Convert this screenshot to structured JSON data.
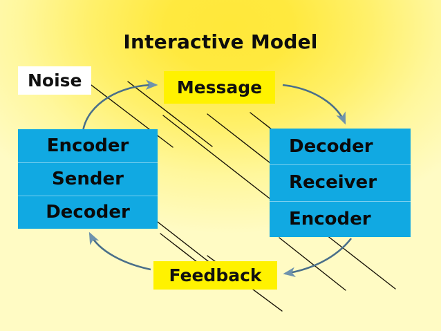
{
  "slide": {
    "title": "Interactive Model",
    "background_color_light": "#fffbc4",
    "background_color_deep": "#ffe83a"
  },
  "diagram": {
    "type": "communication-model",
    "node_fill_blue": "#11a9e2",
    "label_fill_yellow": "#fff200",
    "label_fill_white": "#ffffff",
    "arrow_color": "#4a6f8a",
    "noise_line_color": "#1a1408",
    "nodes": {
      "noise": {
        "label": "Noise"
      },
      "message": {
        "label": "Message"
      },
      "feedback": {
        "label": "Feedback"
      },
      "left_stack": {
        "rows": [
          {
            "label": "Encoder"
          },
          {
            "label": "Sender"
          },
          {
            "label": "Decoder"
          }
        ]
      },
      "right_stack": {
        "rows": [
          {
            "label": "Decoder"
          },
          {
            "label": "Receiver"
          },
          {
            "label": "Encoder"
          }
        ]
      }
    },
    "arrows": [
      {
        "name": "sender-to-message",
        "from": "left_stack",
        "to": "message"
      },
      {
        "name": "message-to-receiver",
        "from": "message",
        "to": "right_stack"
      },
      {
        "name": "receiver-to-feedback",
        "from": "right_stack",
        "to": "feedback"
      },
      {
        "name": "feedback-to-sender",
        "from": "feedback",
        "to": "left_stack"
      }
    ],
    "noise_lines_count": 9
  }
}
